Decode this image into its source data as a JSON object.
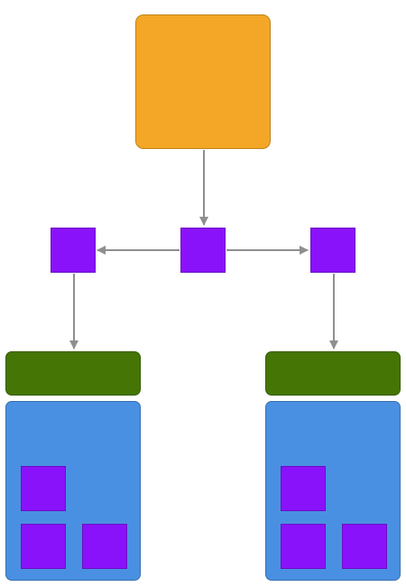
{
  "colors": {
    "root": "#f4a726",
    "node": "#8a12fa",
    "header": "#457605",
    "panel": "#4a90e2",
    "edge": "#8f8f8f"
  },
  "diagram": {
    "edges": [
      {
        "from": "root",
        "to": "center-node"
      },
      {
        "from": "center-node",
        "to": "left-node"
      },
      {
        "from": "center-node",
        "to": "right-node"
      },
      {
        "from": "left-node",
        "to": "left-header"
      },
      {
        "from": "right-node",
        "to": "right-header"
      }
    ]
  }
}
